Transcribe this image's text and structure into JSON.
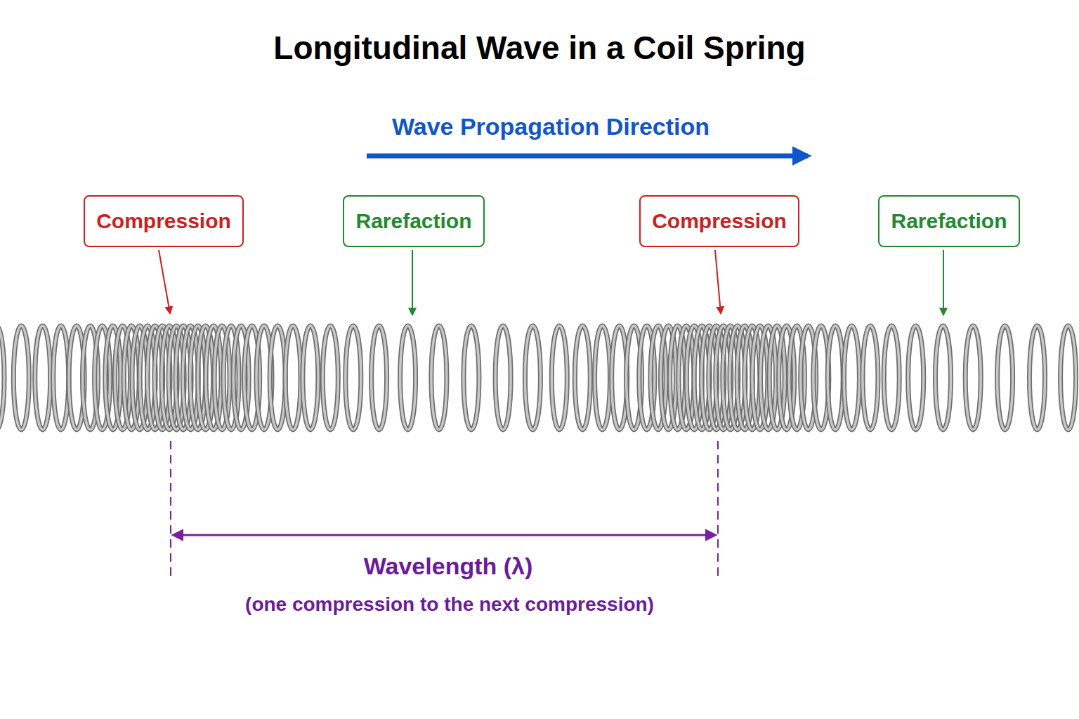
{
  "diagram": {
    "title": "Longitudinal Wave in a Coil Spring",
    "nodes": [
      {
        "text": [
          "Compression"
        ]
      },
      {
        "text": [
          "Rarefaction"
        ]
      },
      {
        "text": [
          "Compression"
        ]
      },
      {
        "text": [
          "Rarefaction"
        ]
      }
    ],
    "labels": [
      "Wave Propagation Direction",
      "Wavelength (λ)",
      "(one compression to the next compression)"
    ]
  }
}
